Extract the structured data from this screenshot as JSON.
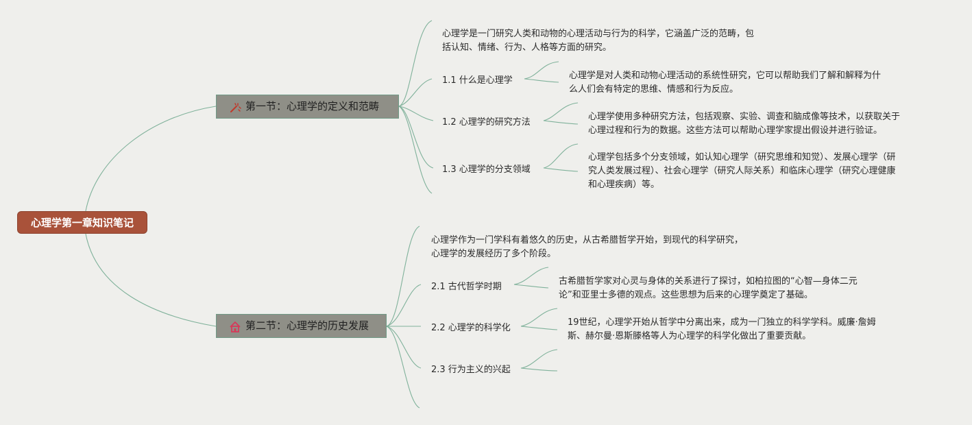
{
  "root": {
    "label": "心理学第一章知识笔记"
  },
  "sections": [
    {
      "icon": "magic-wand-icon",
      "title": "第一节：心理学的定义和范畴",
      "intro": [
        "心理学是一门研究人类和动物的心理活动与行为的科学，它涵盖广泛的范畴，包",
        "括认知、情绪、行为、人格等方面的研究。"
      ],
      "items": [
        {
          "label": "1.1 什么是心理学",
          "note": [
            "心理学是对人类和动物心理活动的系统性研究，它可以帮助我们了解和解释为什",
            "么人们会有特定的思维、情感和行为反应。"
          ]
        },
        {
          "label": "1.2 心理学的研究方法",
          "note": [
            "心理学使用多种研究方法，包括观察、实验、调查和脑成像等技术，以获取关于",
            "心理过程和行为的数据。这些方法可以帮助心理学家提出假设并进行验证。"
          ]
        },
        {
          "label": "1.3 心理学的分支领域",
          "note": [
            "心理学包括多个分支领域，如认知心理学（研究思维和知觉）、发展心理学（研",
            "究人类发展过程）、社会心理学（研究人际关系）和临床心理学（研究心理健康",
            "和心理疾病）等。"
          ]
        }
      ]
    },
    {
      "icon": "home-icon",
      "title": "第二节：心理学的历史发展",
      "intro": [
        "心理学作为一门学科有着悠久的历史，从古希腊哲学开始，到现代的科学研究，",
        "心理学的发展经历了多个阶段。"
      ],
      "items": [
        {
          "label": "2.1 古代哲学时期",
          "note": [
            "古希腊哲学家对心灵与身体的关系进行了探讨，如柏拉图的“心智—身体二元",
            "论”和亚里士多德的观点。这些思想为后来的心理学奠定了基础。"
          ]
        },
        {
          "label": "2.2 心理学的科学化",
          "note": [
            "19世纪，心理学开始从哲学中分离出来，成为一门独立的科学学科。威廉·詹姆",
            "斯、赫尔曼·恩斯滕格等人为心理学的科学化做出了重要贡献。"
          ]
        },
        {
          "label": "2.3 行为主义的兴起",
          "note": []
        }
      ]
    }
  ]
}
